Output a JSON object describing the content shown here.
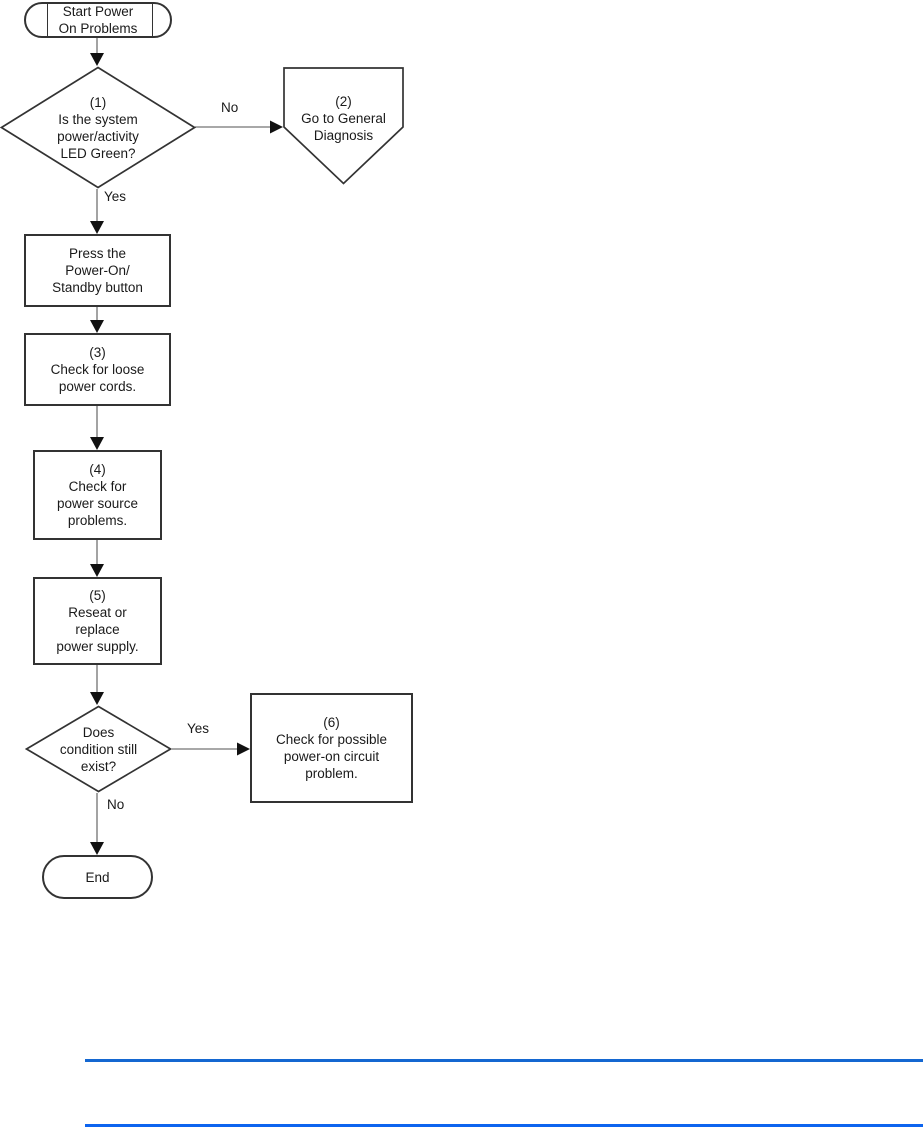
{
  "colors": {
    "shape_stroke": "#333333",
    "connector": "#8c8c8c",
    "arrowhead": "#111111",
    "text": "#1a1a1a",
    "rule_top": "#1467d1",
    "rule_bottom": "#0d64ef",
    "background": "#ffffff"
  },
  "nodes": {
    "start": {
      "type": "terminator",
      "lines": [
        "Start Power",
        "On Problems"
      ]
    },
    "d1": {
      "type": "decision",
      "lines": [
        "(1)",
        "Is the system",
        "power/activity",
        "LED Green?"
      ]
    },
    "offpage": {
      "type": "offpage-connector",
      "lines": [
        "(2)",
        "Go to General",
        "Diagnosis"
      ]
    },
    "press": {
      "type": "process",
      "lines": [
        "Press the",
        "Power-On/",
        "Standby button"
      ]
    },
    "p3": {
      "type": "process",
      "lines": [
        "(3)",
        "Check for loose",
        "power cords."
      ]
    },
    "p4": {
      "type": "process",
      "lines": [
        "(4)",
        "Check for",
        "power source",
        "problems."
      ]
    },
    "p5": {
      "type": "process",
      "lines": [
        "(5)",
        "Reseat or",
        "replace",
        "power supply."
      ]
    },
    "d2": {
      "type": "decision",
      "lines": [
        "Does",
        "condition still",
        "exist?"
      ]
    },
    "p6": {
      "type": "process",
      "lines": [
        "(6)",
        "Check for possible",
        "power-on circuit",
        "problem."
      ]
    },
    "end": {
      "type": "terminator",
      "lines": [
        "End"
      ]
    }
  },
  "edges": {
    "d1_no_label": "No",
    "d1_yes_label": "Yes",
    "d2_yes_label": "Yes",
    "d2_no_label": "No"
  }
}
